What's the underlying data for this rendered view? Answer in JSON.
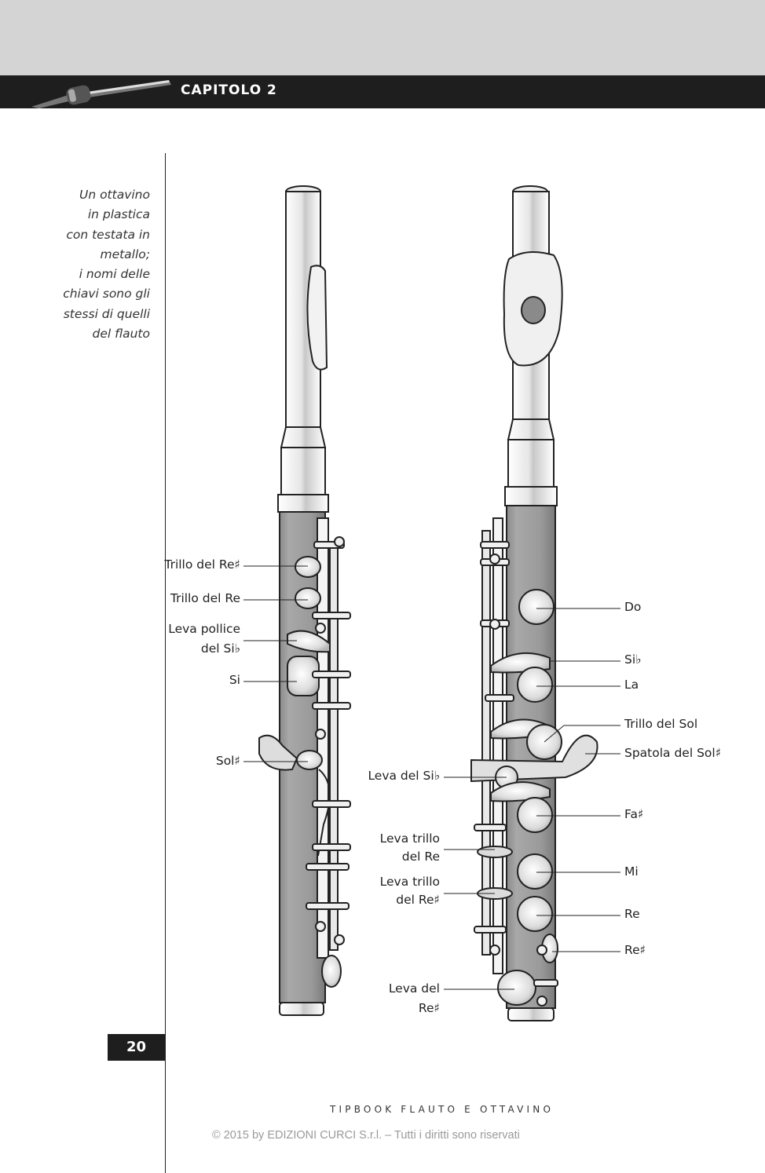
{
  "header": {
    "chapter": "CAPITOLO 2"
  },
  "caption": {
    "lines": [
      "Un ottavino",
      "in plastica",
      "con testata in",
      "metallo;",
      "i nomi delle",
      "chiavi sono gli",
      "stessi di quelli",
      "del flauto"
    ]
  },
  "labels_left": {
    "trillo_re_diesis": "Trillo del Re♯",
    "trillo_re": "Trillo del Re",
    "leva_pollice_1": "Leva pollice",
    "leva_pollice_2": "del Si♭",
    "si": "Si",
    "sol_diesis": "Sol♯"
  },
  "labels_middle": {
    "leva_si_bem": "Leva del Si♭",
    "leva_trillo_re_1": "Leva trillo",
    "leva_trillo_re_2": "del Re",
    "leva_trillo_re_diesis_1": "Leva trillo",
    "leva_trillo_re_diesis_2": "del Re♯",
    "leva_re_diesis_1": "Leva del",
    "leva_re_diesis_2": "Re♯"
  },
  "labels_right": {
    "do": "Do",
    "si_bem": "Si♭",
    "la": "La",
    "trillo_sol": "Trillo del Sol",
    "spatola_sol_diesis": "Spatola del Sol♯",
    "fa_diesis": "Fa♯",
    "mi": "Mi",
    "re": "Re",
    "re_diesis": "Re♯"
  },
  "footer": {
    "page_number": "20",
    "book_title": "TIPBOOK FLAUTO E OTTAVINO",
    "copyright": "© 2015 by EDIZIONI CURCI S.r.l. – Tutti i diritti sono riservati"
  }
}
